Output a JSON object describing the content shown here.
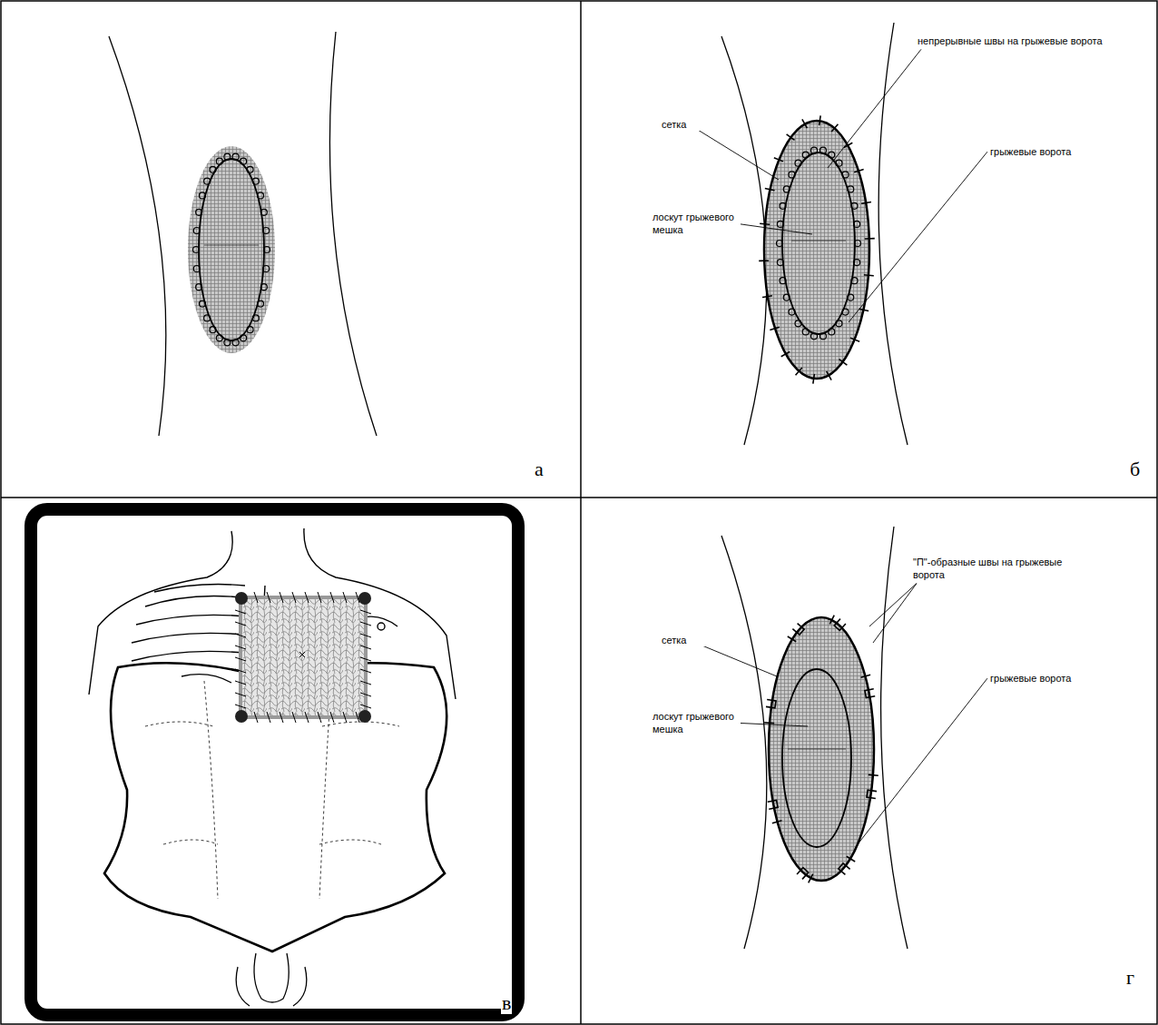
{
  "diagram": {
    "labels": [
      "а",
      "б",
      "непрерывные швы на грыжевые ворота",
      "сетка",
      "лоскут грыжевого мешка",
      "грыжевые ворота",
      "в",
      "\"П\"-образные швы на грыжевые ворота",
      "сетка",
      "лоскут грыжевого мешка",
      "грыжевые ворота",
      "г"
    ]
  }
}
